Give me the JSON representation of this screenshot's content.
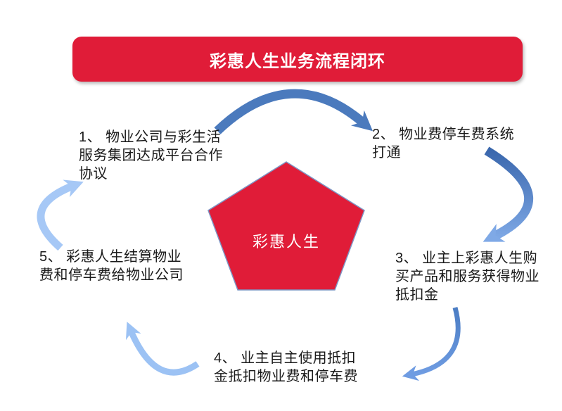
{
  "title": {
    "text": "彩惠人生业务流程闭环"
  },
  "pentagon": {
    "label": "彩惠人生"
  },
  "steps": [
    {
      "name": "step-1",
      "lines": [
        "1、 物业公司与彩生活",
        "服务集团达成平台合作",
        "协议"
      ]
    },
    {
      "name": "step-2",
      "lines": [
        "2、 物业费停车费系统",
        "打通"
      ]
    },
    {
      "name": "step-3",
      "lines": [
        "3、 业主上彩惠人生购",
        "买产品和服务获得物业",
        "抵扣金"
      ]
    },
    {
      "name": "step-4",
      "lines": [
        "4、 业主自主使用抵扣",
        "金抵扣物业费和停车费"
      ]
    },
    {
      "name": "step-5",
      "lines": [
        "5、 彩惠人生结算物业",
        "费和停车费给物业公司"
      ]
    }
  ],
  "colors": {
    "brand_red": "#E01C38",
    "pentagon_border": "#7E95C4",
    "text": "#1A1A1A",
    "arrow_steel_blue": "#4B7ABD",
    "arrow_grad_dark": "#3A67AD",
    "arrow_grad_light": "#7FA9E6",
    "arrow_mid_dark": "#4B7DC4",
    "arrow_mid_light": "#6F9CE2",
    "arrow_light_bottom": "#9CC2F4",
    "arrow_light_left": "#A6C8F6"
  }
}
